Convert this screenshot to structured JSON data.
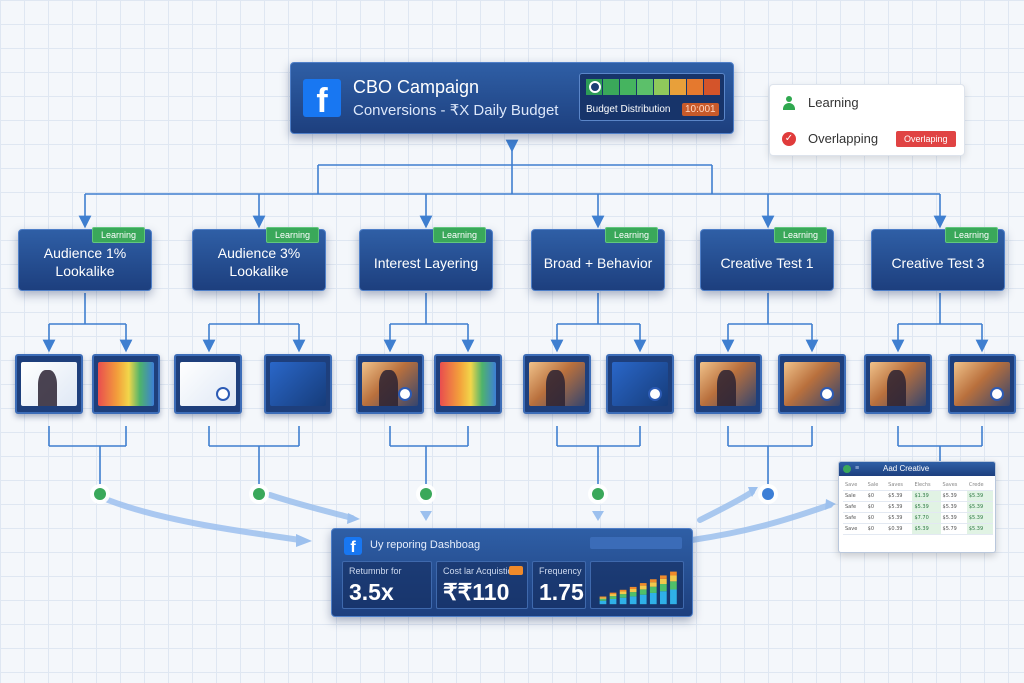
{
  "campaign": {
    "title": "CBO Campaign",
    "subtitle": "Conversions - ₹X Daily Budget",
    "budget_label": "Budget  Distribution",
    "budget_value": "10:001",
    "budget_colors": [
      "#2d9c57",
      "#3aa85a",
      "#45b45f",
      "#5cc06a",
      "#8fc95b",
      "#e8a03a",
      "#e5792e",
      "#d4542a"
    ]
  },
  "legend": {
    "learning": "Learning",
    "overlapping": "Overlapping",
    "overlap_badge": "Overlaping"
  },
  "adsets": [
    {
      "line1": "Audience 1%",
      "line2": "Lookalike",
      "badge": "Learning"
    },
    {
      "line1": "Audience 3%",
      "line2": "Lookalike",
      "badge": "Learning"
    },
    {
      "line1": "Interest Layering",
      "line2": "",
      "badge": "Learning"
    },
    {
      "line1": "Broad + Behavior",
      "line2": "",
      "badge": "Learning"
    },
    {
      "line1": "Creative Test 1",
      "line2": "",
      "badge": "Learning"
    },
    {
      "line1": "Creative Test 3",
      "line2": "",
      "badge": "Learning"
    }
  ],
  "dashboard": {
    "title": "Uy reporing Dashboag",
    "roas_label": "Retumnbr for",
    "roas_value": "3.5x",
    "cpa_label": "Cost lar Acquistion",
    "cpa_value": "₹₹110",
    "frequency_label": "Frequency",
    "frequency_value": "1.75",
    "bar_colors": [
      "#2fb0e8",
      "#4fc06a",
      "#f2c94c",
      "#f08a2a"
    ]
  },
  "ad_creative": {
    "title": "Aad Creative",
    "rows": [
      [
        "Save",
        "Sale",
        "Saves",
        "Elechs",
        "Saves",
        "Crede"
      ],
      [
        "Sale",
        "$0",
        "$5.39",
        "$1.39",
        "$5.39",
        "$5.39"
      ],
      [
        "Safe",
        "$0",
        "$5.39",
        "$5.39",
        "$5.39",
        "$5.39"
      ],
      [
        "Safe",
        "$0",
        "$5.39",
        "$7.70",
        "$5.39",
        "$5.39"
      ],
      [
        "Save",
        "$0",
        "$0.39",
        "$5.39",
        "$5.79",
        "$5.39"
      ]
    ]
  },
  "colors": {
    "accent": "#2f5fa6",
    "learning": "#3aa85a",
    "overlap": "#e04343",
    "connector": "#3f7fd0"
  }
}
